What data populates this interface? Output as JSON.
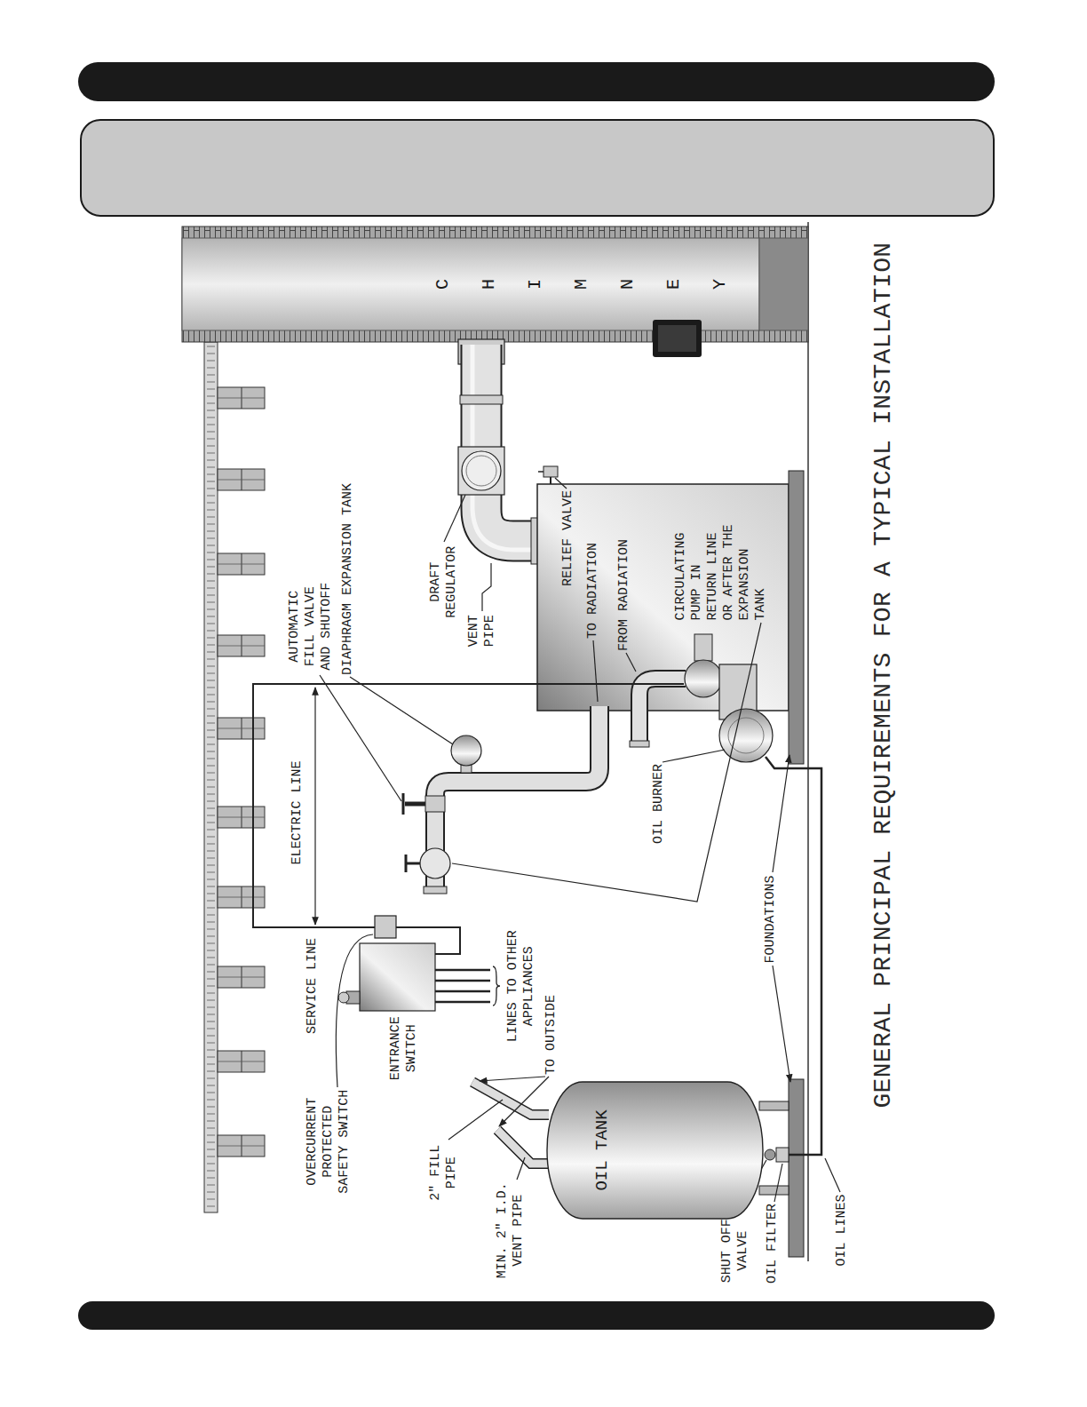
{
  "diagram": {
    "caption": "GENERAL PRINCIPAL REQUIREMENTS FOR A TYPICAL INSTALLATION",
    "nodes": [
      {
        "text": [
          "CHIMNEY"
        ]
      },
      {
        "text": [
          "OIL TANK"
        ]
      }
    ],
    "labels": [
      "OVERCURRENT PROTECTED SAFETY SWITCH",
      "SERVICE LINE",
      "ELECTRIC LINE",
      "AUTOMATIC FILL VALVE AND SHUTOFF",
      "DIAPHRAGM EXPANSION TANK",
      "DRAFT REGULATOR",
      "VENT PIPE",
      "RELIEF VALVE",
      "TO RADIATION",
      "FROM RADIATION",
      "CIRCULATING PUMP IN RETURN LINE OR AFTER THE EXPANSION TANK",
      "OIL BURNER",
      "FOUNDATIONS",
      "ENTRANCE SWITCH",
      "LINES TO OTHER APPLIANCES",
      "TO OUTSIDE",
      "2\" FILL PIPE",
      "MIN. 2\" I.D. VENT PIPE",
      "SHUT OFF VALVE",
      "OIL FILTER",
      "OIL LINES"
    ]
  }
}
